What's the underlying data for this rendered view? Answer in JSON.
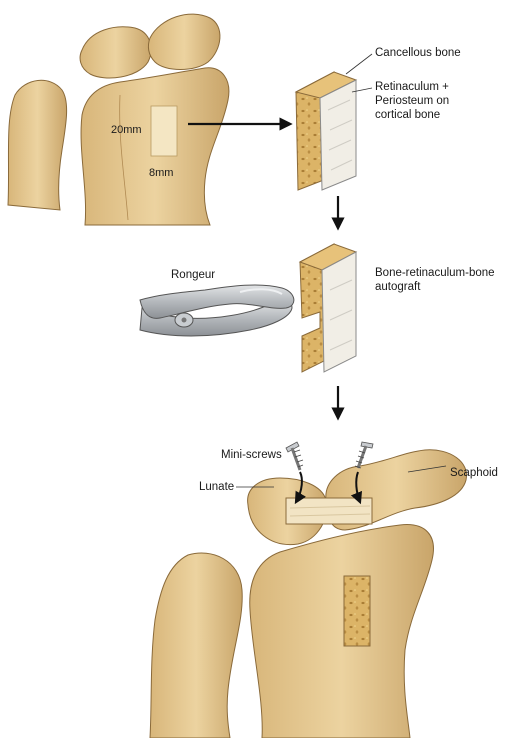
{
  "labels": {
    "dim_length": "20mm",
    "dim_width": "8mm",
    "cancellous": "Cancellous bone",
    "retinaculum": "Retinaculum + Periosteum on cortical bone",
    "autograft": "Bone-retinaculum-bone autograft",
    "rongeur": "Rongeur",
    "mini_screws": "Mini-screws",
    "lunate": "Lunate",
    "scaphoid": "Scaphoid"
  },
  "colors": {
    "bone": "#e6c98f",
    "bone_shade": "#c9a56a",
    "bone_outline": "#8a6a3a",
    "cancellous": "#d9b46a",
    "cortical": "#f1eee6",
    "instrument": "#b9bcc0",
    "arrow": "#111111"
  }
}
